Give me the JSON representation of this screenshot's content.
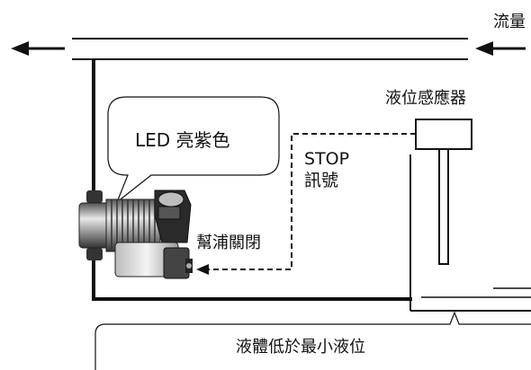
{
  "labels": {
    "flow": "流量",
    "led_callout": "LED 亮紫色",
    "level_sensor": "液位感應器",
    "stop_line1": "STOP",
    "stop_line2": "訊號",
    "pump_off": "幫浦關閉",
    "bottom_caption": "液體低於最小液位"
  },
  "colors": {
    "line": "#111111",
    "callout_fill": "#ffffff",
    "pump_dark": "#222222",
    "pump_mid": "#8a8a8a",
    "pump_light": "#e6e6e6"
  },
  "icons": {
    "pump": "dosing-pump-icon",
    "sensor": "level-sensor-icon"
  }
}
